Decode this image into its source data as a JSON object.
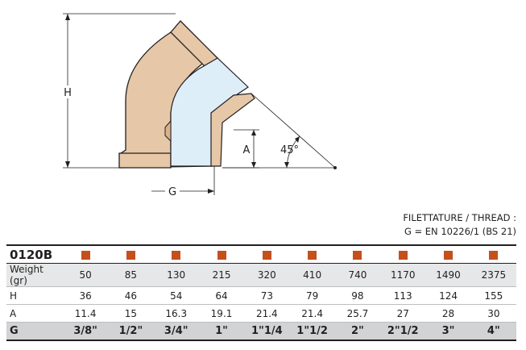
{
  "drawing": {
    "label_h": "H",
    "label_a": "A",
    "label_angle": "45°",
    "label_g": "G",
    "colors": {
      "body": "#e6c7a7",
      "pipe": "#ddeef8",
      "outline": "#231f20"
    }
  },
  "thread_note": {
    "line1": "FILETTATURE / THREAD :",
    "line2": "G = EN 10226/1 (BS 21)"
  },
  "table": {
    "code": "0120B",
    "swatch_color": "#c4501c",
    "rows": [
      {
        "label": "Weight (gr)",
        "values": [
          "50",
          "85",
          "130",
          "215",
          "320",
          "410",
          "740",
          "1170",
          "1490",
          "2375"
        ]
      },
      {
        "label": "H",
        "values": [
          "36",
          "46",
          "54",
          "64",
          "73",
          "79",
          "98",
          "113",
          "124",
          "155"
        ]
      },
      {
        "label": "A",
        "values": [
          "11.4",
          "15",
          "16.3",
          "19.1",
          "21.4",
          "21.4",
          "25.7",
          "27",
          "28",
          "30"
        ]
      },
      {
        "label": "G",
        "values": [
          "3/8\"",
          "1/2\"",
          "3/4\"",
          "1\"",
          "1\"1/4",
          "1\"1/2",
          "2\"",
          "2\"1/2",
          "3\"",
          "4\""
        ]
      }
    ]
  }
}
